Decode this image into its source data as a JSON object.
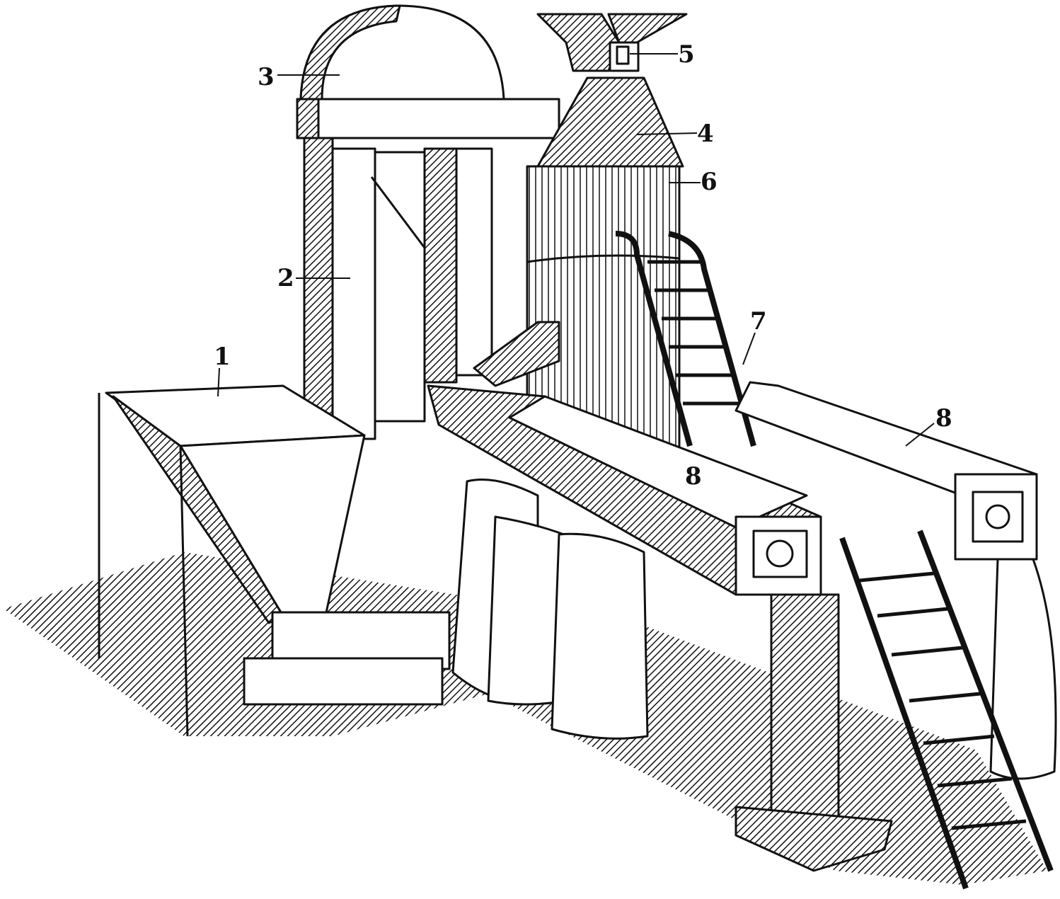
{
  "figure": {
    "labels": [
      "1",
      "2",
      "3",
      "4",
      "5",
      "6",
      "7",
      "8",
      "8"
    ],
    "colors": {
      "ink": "#111111",
      "paper": "#ffffff"
    }
  }
}
